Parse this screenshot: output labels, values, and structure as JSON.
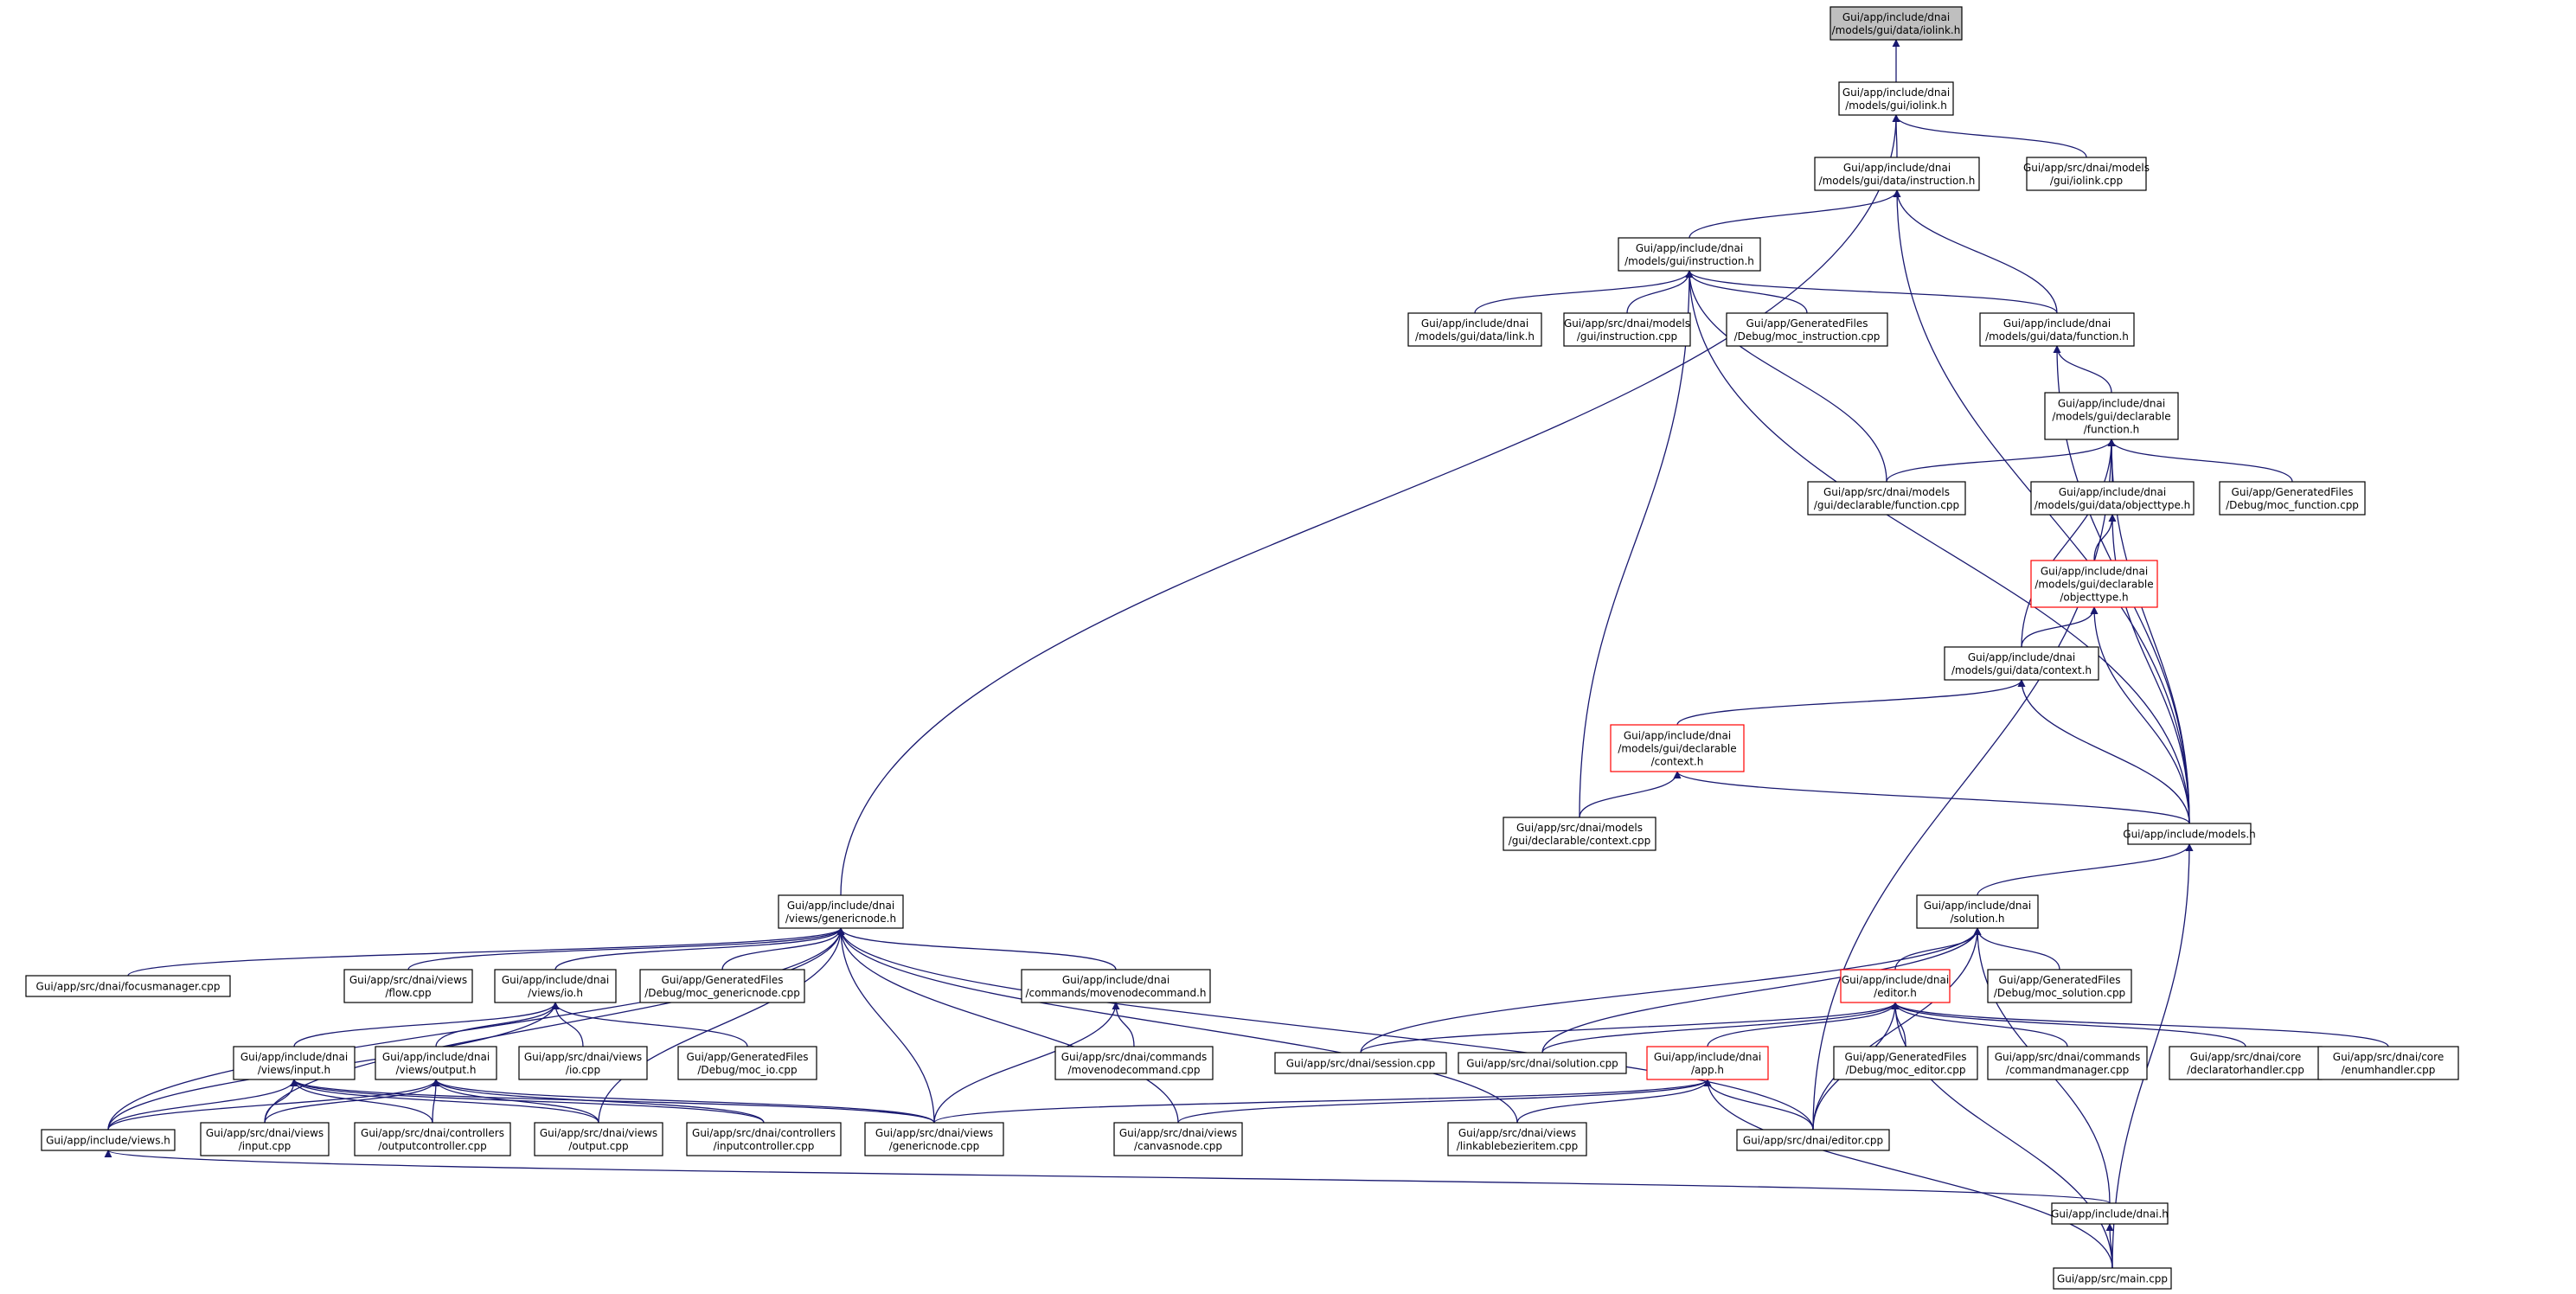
{
  "colors": {
    "edge": "#191970",
    "box_border": "#000000",
    "box_border_highlight": "#ff0000",
    "root_fill": "#bfbfbf",
    "box_fill": "#ffffff"
  },
  "nodes": {
    "iolink_data_h": {
      "lines": [
        "Gui/app/include/dnai",
        "/models/gui/data/iolink.h"
      ],
      "kind": "root"
    },
    "iolink_h": {
      "lines": [
        "Gui/app/include/dnai",
        "/models/gui/iolink.h"
      ],
      "kind": "normal"
    },
    "iolink_cpp": {
      "lines": [
        "Gui/app/src/dnai/models",
        "/gui/iolink.cpp"
      ],
      "kind": "normal"
    },
    "instruction_data_h": {
      "lines": [
        "Gui/app/include/dnai",
        "/models/gui/data/instruction.h"
      ],
      "kind": "normal"
    },
    "instruction_h": {
      "lines": [
        "Gui/app/include/dnai",
        "/models/gui/instruction.h"
      ],
      "kind": "normal"
    },
    "link_data_h": {
      "lines": [
        "Gui/app/include/dnai",
        "/models/gui/data/link.h"
      ],
      "kind": "normal"
    },
    "instruction_cpp": {
      "lines": [
        "Gui/app/src/dnai/models",
        "/gui/instruction.cpp"
      ],
      "kind": "normal"
    },
    "moc_instruction": {
      "lines": [
        "Gui/app/GeneratedFiles",
        "/Debug/moc_instruction.cpp"
      ],
      "kind": "normal"
    },
    "function_data_h": {
      "lines": [
        "Gui/app/include/dnai",
        "/models/gui/data/function.h"
      ],
      "kind": "normal"
    },
    "decl_function_h": {
      "lines": [
        "Gui/app/include/dnai",
        "/models/gui/declarable",
        "/function.h"
      ],
      "kind": "normal"
    },
    "decl_function_cpp": {
      "lines": [
        "Gui/app/src/dnai/models",
        "/gui/declarable/function.cpp"
      ],
      "kind": "normal"
    },
    "objecttype_data_h": {
      "lines": [
        "Gui/app/include/dnai",
        "/models/gui/data/objecttype.h"
      ],
      "kind": "normal"
    },
    "moc_function": {
      "lines": [
        "Gui/app/GeneratedFiles",
        "/Debug/moc_function.cpp"
      ],
      "kind": "normal"
    },
    "decl_objecttype_h": {
      "lines": [
        "Gui/app/include/dnai",
        "/models/gui/declarable",
        "/objecttype.h"
      ],
      "kind": "highlight"
    },
    "context_data_h": {
      "lines": [
        "Gui/app/include/dnai",
        "/models/gui/data/context.h"
      ],
      "kind": "normal"
    },
    "decl_context_h": {
      "lines": [
        "Gui/app/include/dnai",
        "/models/gui/declarable",
        "/context.h"
      ],
      "kind": "highlight"
    },
    "decl_context_cpp": {
      "lines": [
        "Gui/app/src/dnai/models",
        "/gui/declarable/context.cpp"
      ],
      "kind": "normal"
    },
    "models_h": {
      "lines": [
        "Gui/app/include/models.h"
      ],
      "kind": "normal"
    },
    "genericnode_h": {
      "lines": [
        "Gui/app/include/dnai",
        "/views/genericnode.h"
      ],
      "kind": "normal"
    },
    "focusmanager_cpp": {
      "lines": [
        "Gui/app/src/dnai/focusmanager.cpp"
      ],
      "kind": "normal"
    },
    "flow_cpp": {
      "lines": [
        "Gui/app/src/dnai/views",
        "/flow.cpp"
      ],
      "kind": "normal"
    },
    "io_h": {
      "lines": [
        "Gui/app/include/dnai",
        "/views/io.h"
      ],
      "kind": "normal"
    },
    "moc_genericnode": {
      "lines": [
        "Gui/app/GeneratedFiles",
        "/Debug/moc_genericnode.cpp"
      ],
      "kind": "normal"
    },
    "movenodecommand_h": {
      "lines": [
        "Gui/app/include/dnai",
        "/commands/movenodecommand.h"
      ],
      "kind": "normal"
    },
    "input_h": {
      "lines": [
        "Gui/app/include/dnai",
        "/views/input.h"
      ],
      "kind": "normal"
    },
    "output_h": {
      "lines": [
        "Gui/app/include/dnai",
        "/views/output.h"
      ],
      "kind": "normal"
    },
    "io_cpp": {
      "lines": [
        "Gui/app/src/dnai/views",
        "/io.cpp"
      ],
      "kind": "normal"
    },
    "moc_io": {
      "lines": [
        "Gui/app/GeneratedFiles",
        "/Debug/moc_io.cpp"
      ],
      "kind": "normal"
    },
    "movenodecommand_cpp": {
      "lines": [
        "Gui/app/src/dnai/commands",
        "/movenodecommand.cpp"
      ],
      "kind": "normal"
    },
    "views_h": {
      "lines": [
        "Gui/app/include/views.h"
      ],
      "kind": "normal"
    },
    "input_cpp": {
      "lines": [
        "Gui/app/src/dnai/views",
        "/input.cpp"
      ],
      "kind": "normal"
    },
    "outputcontroller_cpp": {
      "lines": [
        "Gui/app/src/dnai/controllers",
        "/outputcontroller.cpp"
      ],
      "kind": "normal"
    },
    "output_cpp": {
      "lines": [
        "Gui/app/src/dnai/views",
        "/output.cpp"
      ],
      "kind": "normal"
    },
    "inputcontroller_cpp": {
      "lines": [
        "Gui/app/src/dnai/controllers",
        "/inputcontroller.cpp"
      ],
      "kind": "normal"
    },
    "genericnode_cpp": {
      "lines": [
        "Gui/app/src/dnai/views",
        "/genericnode.cpp"
      ],
      "kind": "normal"
    },
    "canvasnode_cpp": {
      "lines": [
        "Gui/app/src/dnai/views",
        "/canvasnode.cpp"
      ],
      "kind": "normal"
    },
    "linkablebezier_cpp": {
      "lines": [
        "Gui/app/src/dnai/views",
        "/linkablebezieritem.cpp"
      ],
      "kind": "normal"
    },
    "solution_h": {
      "lines": [
        "Gui/app/include/dnai",
        "/solution.h"
      ],
      "kind": "normal"
    },
    "editor_h": {
      "lines": [
        "Gui/app/include/dnai",
        "/editor.h"
      ],
      "kind": "highlight"
    },
    "moc_solution": {
      "lines": [
        "Gui/app/GeneratedFiles",
        "/Debug/moc_solution.cpp"
      ],
      "kind": "normal"
    },
    "session_cpp": {
      "lines": [
        "Gui/app/src/dnai/session.cpp"
      ],
      "kind": "normal"
    },
    "solution_cpp": {
      "lines": [
        "Gui/app/src/dnai/solution.cpp"
      ],
      "kind": "normal"
    },
    "app_h": {
      "lines": [
        "Gui/app/include/dnai",
        "/app.h"
      ],
      "kind": "highlight"
    },
    "moc_editor": {
      "lines": [
        "Gui/app/GeneratedFiles",
        "/Debug/moc_editor.cpp"
      ],
      "kind": "normal"
    },
    "commandmanager_cpp": {
      "lines": [
        "Gui/app/src/dnai/commands",
        "/commandmanager.cpp"
      ],
      "kind": "normal"
    },
    "declaratorhandler_cpp": {
      "lines": [
        "Gui/app/src/dnai/core",
        "/declaratorhandler.cpp"
      ],
      "kind": "normal"
    },
    "enumhandler_cpp": {
      "lines": [
        "Gui/app/src/dnai/core",
        "/enumhandler.cpp"
      ],
      "kind": "normal"
    },
    "editor_cpp": {
      "lines": [
        "Gui/app/src/dnai/editor.cpp"
      ],
      "kind": "normal"
    },
    "dnai_h": {
      "lines": [
        "Gui/app/include/dnai.h"
      ],
      "kind": "normal"
    },
    "main_cpp": {
      "lines": [
        "Gui/app/src/main.cpp"
      ],
      "kind": "normal"
    }
  },
  "edges": [
    [
      "iolink_h",
      "iolink_data_h"
    ],
    [
      "instruction_data_h",
      "iolink_h"
    ],
    [
      "iolink_cpp",
      "iolink_h"
    ],
    [
      "genericnode_h",
      "iolink_h"
    ],
    [
      "instruction_h",
      "instruction_data_h"
    ],
    [
      "function_data_h",
      "instruction_data_h"
    ],
    [
      "models_h",
      "instruction_data_h"
    ],
    [
      "link_data_h",
      "instruction_h"
    ],
    [
      "instruction_cpp",
      "instruction_h"
    ],
    [
      "moc_instruction",
      "instruction_h"
    ],
    [
      "function_data_h",
      "instruction_h"
    ],
    [
      "decl_function_cpp",
      "instruction_h"
    ],
    [
      "decl_context_cpp",
      "instruction_h"
    ],
    [
      "models_h",
      "instruction_h"
    ],
    [
      "decl_function_h",
      "function_data_h"
    ],
    [
      "models_h",
      "function_data_h"
    ],
    [
      "decl_function_cpp",
      "decl_function_h"
    ],
    [
      "objecttype_data_h",
      "decl_function_h"
    ],
    [
      "moc_function",
      "decl_function_h"
    ],
    [
      "context_data_h",
      "decl_function_h"
    ],
    [
      "models_h",
      "decl_function_h"
    ],
    [
      "editor_cpp",
      "decl_function_h"
    ],
    [
      "decl_objecttype_h",
      "objecttype_data_h"
    ],
    [
      "models_h",
      "objecttype_data_h"
    ],
    [
      "context_data_h",
      "decl_objecttype_h"
    ],
    [
      "models_h",
      "decl_objecttype_h"
    ],
    [
      "decl_context_h",
      "context_data_h"
    ],
    [
      "models_h",
      "context_data_h"
    ],
    [
      "decl_context_cpp",
      "decl_context_h"
    ],
    [
      "models_h",
      "decl_context_h"
    ],
    [
      "solution_h",
      "models_h"
    ],
    [
      "main_cpp",
      "models_h"
    ],
    [
      "focusmanager_cpp",
      "genericnode_h"
    ],
    [
      "flow_cpp",
      "genericnode_h"
    ],
    [
      "io_h",
      "genericnode_h"
    ],
    [
      "moc_genericnode",
      "genericnode_h"
    ],
    [
      "movenodecommand_h",
      "genericnode_h"
    ],
    [
      "views_h",
      "genericnode_h"
    ],
    [
      "input_cpp",
      "genericnode_h"
    ],
    [
      "output_cpp",
      "genericnode_h"
    ],
    [
      "genericnode_cpp",
      "genericnode_h"
    ],
    [
      "canvasnode_cpp",
      "genericnode_h"
    ],
    [
      "linkablebezier_cpp",
      "genericnode_h"
    ],
    [
      "editor_cpp",
      "genericnode_h"
    ],
    [
      "input_h",
      "io_h"
    ],
    [
      "output_h",
      "io_h"
    ],
    [
      "io_cpp",
      "io_h"
    ],
    [
      "moc_io",
      "io_h"
    ],
    [
      "views_h",
      "io_h"
    ],
    [
      "movenodecommand_cpp",
      "movenodecommand_h"
    ],
    [
      "genericnode_cpp",
      "movenodecommand_h"
    ],
    [
      "views_h",
      "input_h"
    ],
    [
      "input_cpp",
      "input_h"
    ],
    [
      "outputcontroller_cpp",
      "input_h"
    ],
    [
      "output_cpp",
      "input_h"
    ],
    [
      "inputcontroller_cpp",
      "input_h"
    ],
    [
      "genericnode_cpp",
      "input_h"
    ],
    [
      "views_h",
      "output_h"
    ],
    [
      "input_cpp",
      "output_h"
    ],
    [
      "outputcontroller_cpp",
      "output_h"
    ],
    [
      "output_cpp",
      "output_h"
    ],
    [
      "inputcontroller_cpp",
      "output_h"
    ],
    [
      "genericnode_cpp",
      "output_h"
    ],
    [
      "dnai_h",
      "views_h"
    ],
    [
      "editor_h",
      "solution_h"
    ],
    [
      "moc_solution",
      "solution_h"
    ],
    [
      "session_cpp",
      "solution_h"
    ],
    [
      "solution_cpp",
      "solution_h"
    ],
    [
      "editor_cpp",
      "solution_h"
    ],
    [
      "dnai_h",
      "solution_h"
    ],
    [
      "app_h",
      "editor_h"
    ],
    [
      "moc_editor",
      "editor_h"
    ],
    [
      "commandmanager_cpp",
      "editor_h"
    ],
    [
      "declaratorhandler_cpp",
      "editor_h"
    ],
    [
      "enumhandler_cpp",
      "editor_h"
    ],
    [
      "session_cpp",
      "editor_h"
    ],
    [
      "solution_cpp",
      "editor_h"
    ],
    [
      "editor_cpp",
      "editor_h"
    ],
    [
      "main_cpp",
      "editor_h"
    ],
    [
      "genericnode_cpp",
      "app_h"
    ],
    [
      "canvasnode_cpp",
      "app_h"
    ],
    [
      "linkablebezier_cpp",
      "app_h"
    ],
    [
      "editor_cpp",
      "app_h"
    ],
    [
      "main_cpp",
      "app_h"
    ],
    [
      "main_cpp",
      "dnai_h"
    ]
  ]
}
